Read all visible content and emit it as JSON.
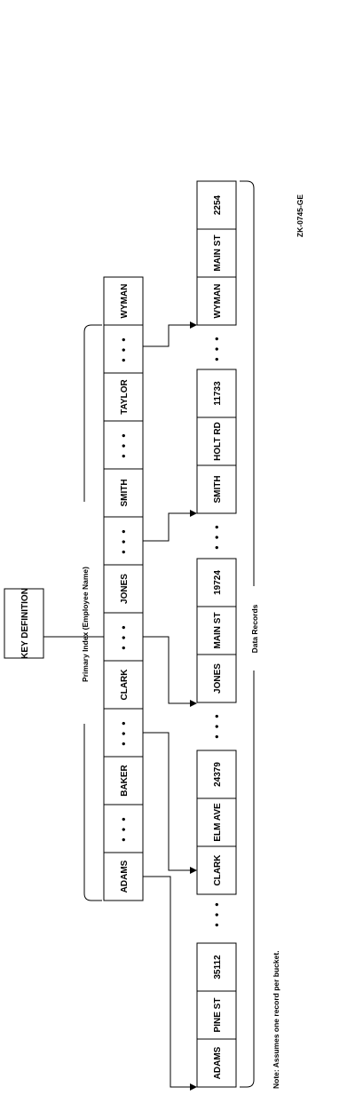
{
  "key_definition": "KEY DEFINITION",
  "primary_index": {
    "caption": "Primary Index (Employee Name)",
    "cells": [
      "ADAMS",
      "• • •",
      "BAKER",
      "• • •",
      "CLARK",
      "• • •",
      "JONES",
      "• • •",
      "SMITH",
      "• • •",
      "TAYLOR",
      "• • •",
      "WYMAN"
    ]
  },
  "data_records": {
    "caption": "Data Records",
    "records": [
      [
        "ADAMS",
        "PINE ST",
        "35112"
      ],
      [
        "CLARK",
        "ELM AVE",
        "24379"
      ],
      [
        "JONES",
        "MAIN ST",
        "19724"
      ],
      [
        "SMITH",
        "HOLT RD",
        "11733"
      ],
      [
        "WYMAN",
        "MAIN ST",
        "2254"
      ]
    ],
    "separator": "• • •"
  },
  "note": "Note: Assumes one record per bucket.",
  "figure_id": "ZK-0745-GE"
}
